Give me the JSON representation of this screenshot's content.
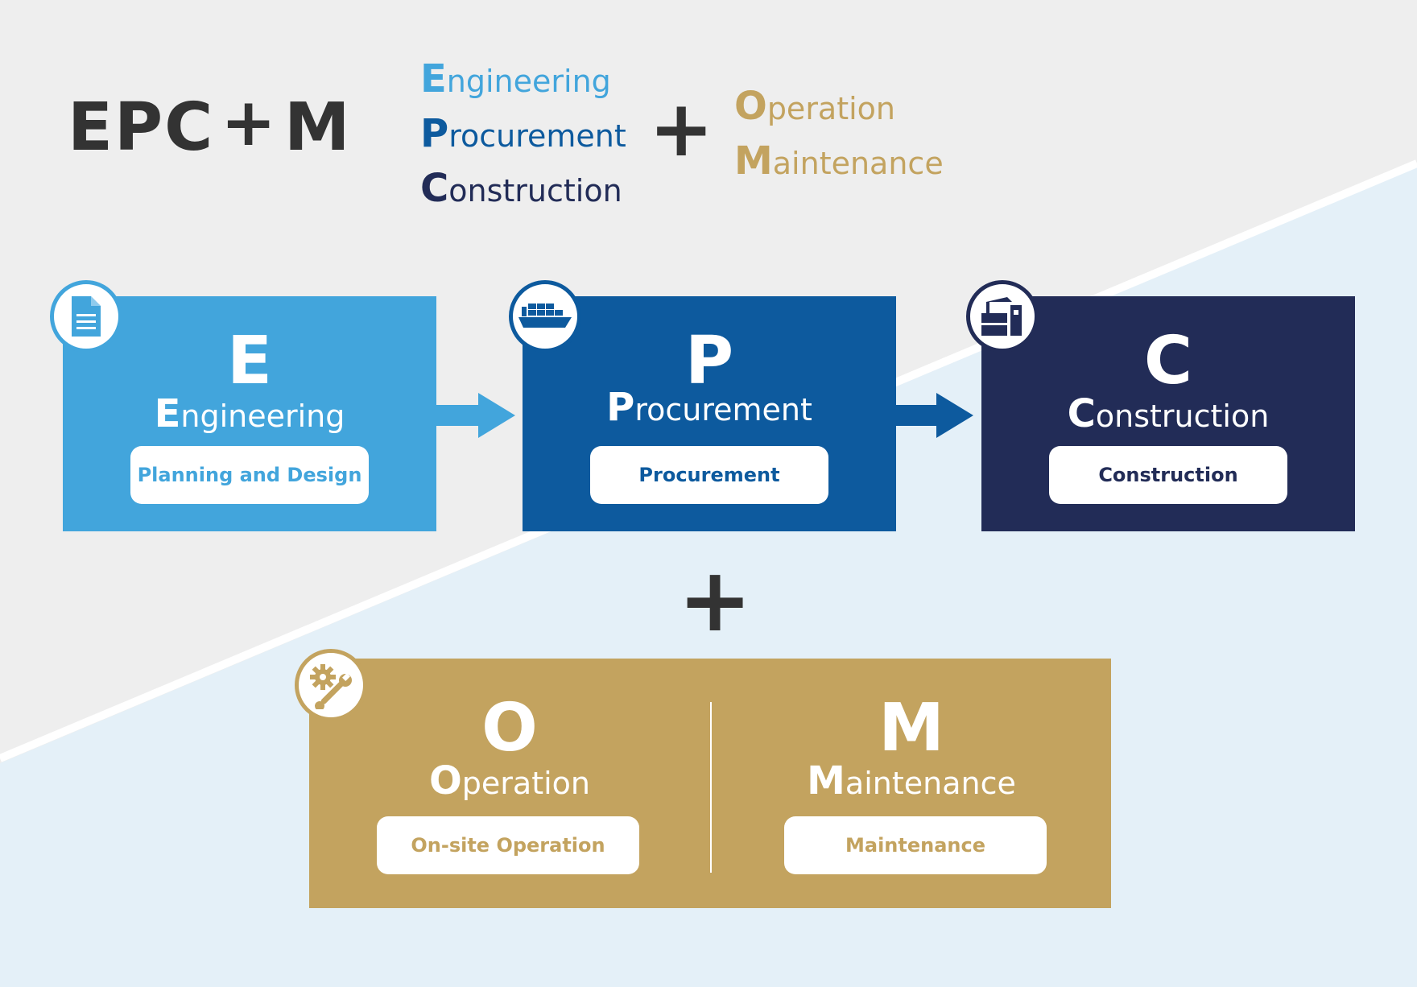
{
  "heading": {
    "left_text_1": "EPC",
    "left_plus": "+",
    "left_text_2": "M",
    "epc_lines": [
      {
        "initial": "E",
        "rest": "ngineering",
        "color": "#42a5dc"
      },
      {
        "initial": "P",
        "rest": "rocurement",
        "color": "#0d5a9e"
      },
      {
        "initial": "C",
        "rest": "onstruction",
        "color": "#222c57"
      }
    ],
    "middle_plus": "+",
    "om_lines": [
      {
        "initial": "O",
        "rest": "peration",
        "color": "#c3a35f"
      },
      {
        "initial": "M",
        "rest": "aintenance",
        "color": "#c3a35f"
      }
    ]
  },
  "epc_boxes": [
    {
      "letter": "E",
      "initial": "E",
      "rest": "ngineering",
      "pill": "Planning and Design",
      "color": "#42a5dc",
      "icon": "document-icon"
    },
    {
      "letter": "P",
      "initial": "P",
      "rest": "rocurement",
      "pill": "Procurement",
      "color": "#0d5a9e",
      "icon": "cargo-ship-icon"
    },
    {
      "letter": "C",
      "initial": "C",
      "rest": "onstruction",
      "pill": "Construction",
      "color": "#222c57",
      "icon": "crane-building-icon"
    }
  ],
  "center_plus": "+",
  "om_box": {
    "color": "#c3a35f",
    "icon": "gear-wrench-icon",
    "sections": [
      {
        "letter": "O",
        "initial": "O",
        "rest": "peration",
        "pill": "On-site Operation"
      },
      {
        "letter": "M",
        "initial": "M",
        "rest": "aintenance",
        "pill": "Maintenance"
      }
    ]
  },
  "colors": {
    "background_top": "#eeeeee",
    "background_bottom": "#e4f0f8",
    "heading_text": "#333333"
  }
}
